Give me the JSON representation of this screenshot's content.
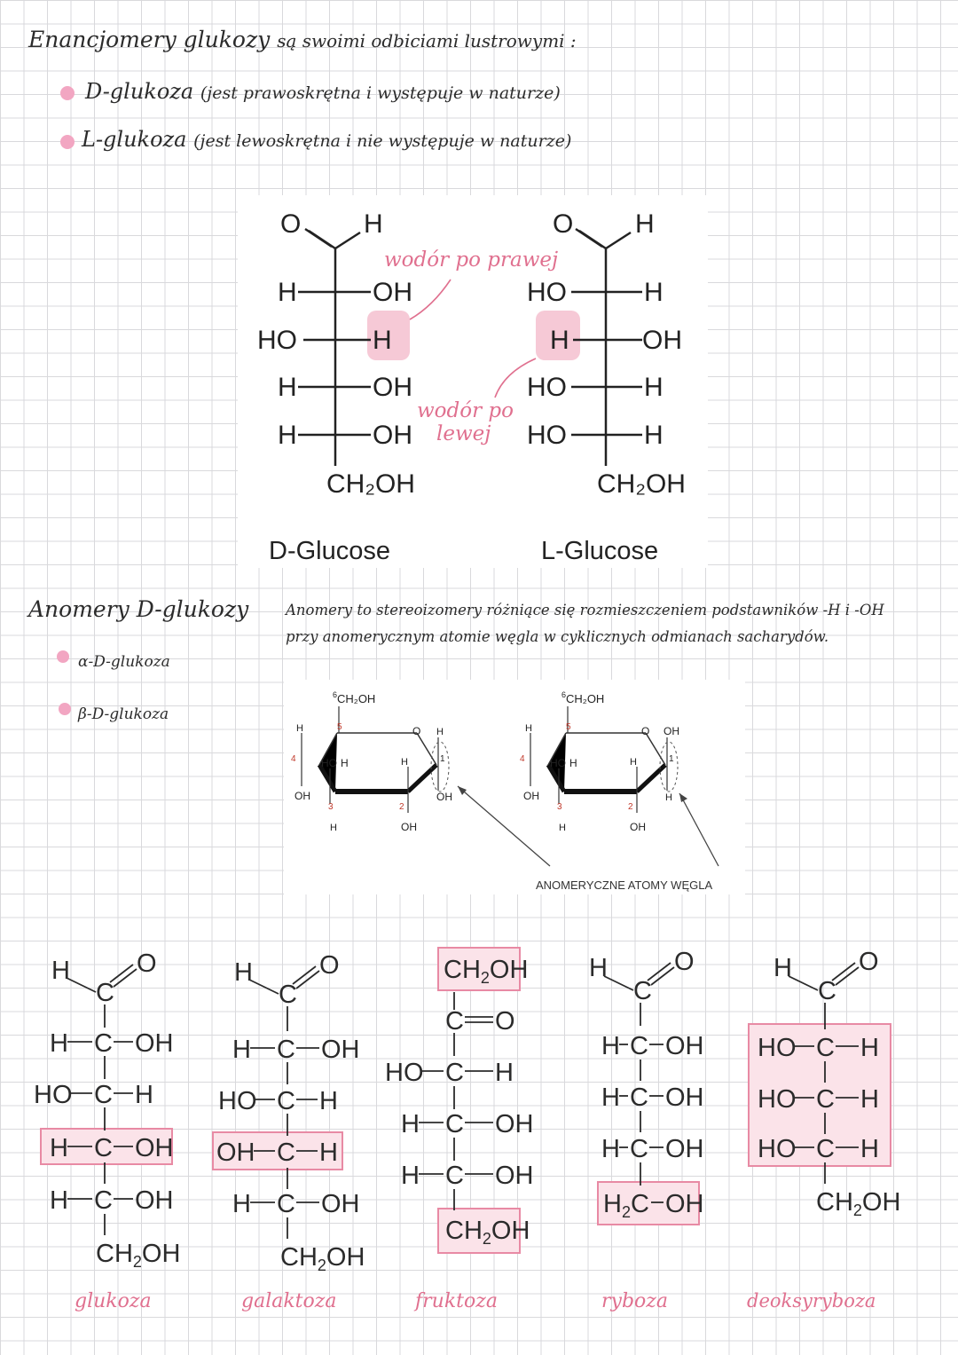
{
  "intro": {
    "heading_a": "Enancjomery glukozy",
    "heading_b": "są swoimi odbiciami lustrowymi :",
    "bullets": [
      {
        "name": "D-glukoza",
        "desc": "(jest prawoskrętna i występuje w naturze)"
      },
      {
        "name": "L-glukoza",
        "desc": "(jest lewoskrętna i nie występuje w naturze)"
      }
    ]
  },
  "fischer_top": {
    "d_label": "D-Glucose",
    "l_label": "L-Glucose",
    "note_right": "wodór po prawej",
    "note_left_1": "wodór po",
    "note_left_2": "lewej",
    "d_rows": [
      [
        "H",
        "OH"
      ],
      [
        "HO",
        "H"
      ],
      [
        "H",
        "OH"
      ],
      [
        "H",
        "OH"
      ]
    ],
    "l_rows": [
      [
        "HO",
        "H"
      ],
      [
        "H",
        "OH"
      ],
      [
        "HO",
        "H"
      ],
      [
        "HO",
        "H"
      ]
    ],
    "top_o": "O",
    "top_h": "H",
    "bottom": "CH₂OH"
  },
  "anomers": {
    "heading": "Anomery D-glukozy",
    "bullets": [
      "α-D-glukoza",
      "β-D-glukoza"
    ],
    "definition_line1": "Anomery to stereoizomery różniące się rozmieszczeniem podstawników -H i -OH",
    "definition_line2": "przy anomerycznym atomie węgla w cyklicznych odmianach sacharydów.",
    "caption": "ANOMERYCZNE ATOMY WĘGLA",
    "ring_labels": {
      "ch2oh": "CH₂OH",
      "six": "6",
      "five": "5",
      "four": "4",
      "three": "3",
      "two": "2",
      "one": "1",
      "O": "O",
      "H": "H",
      "OH": "OH",
      "HO": "HO"
    }
  },
  "sugars": [
    {
      "name": "glukoza"
    },
    {
      "name": "galaktoza"
    },
    {
      "name": "fruktoza"
    },
    {
      "name": "ryboza"
    },
    {
      "name": "deoksyryboza"
    }
  ],
  "colors": {
    "pink_accent": "#e0708f",
    "highlight_fill": "#fbe3e9",
    "highlight_border": "#e88aa4",
    "bullet": "#f2a6c2",
    "ink": "#2b2b2b"
  }
}
